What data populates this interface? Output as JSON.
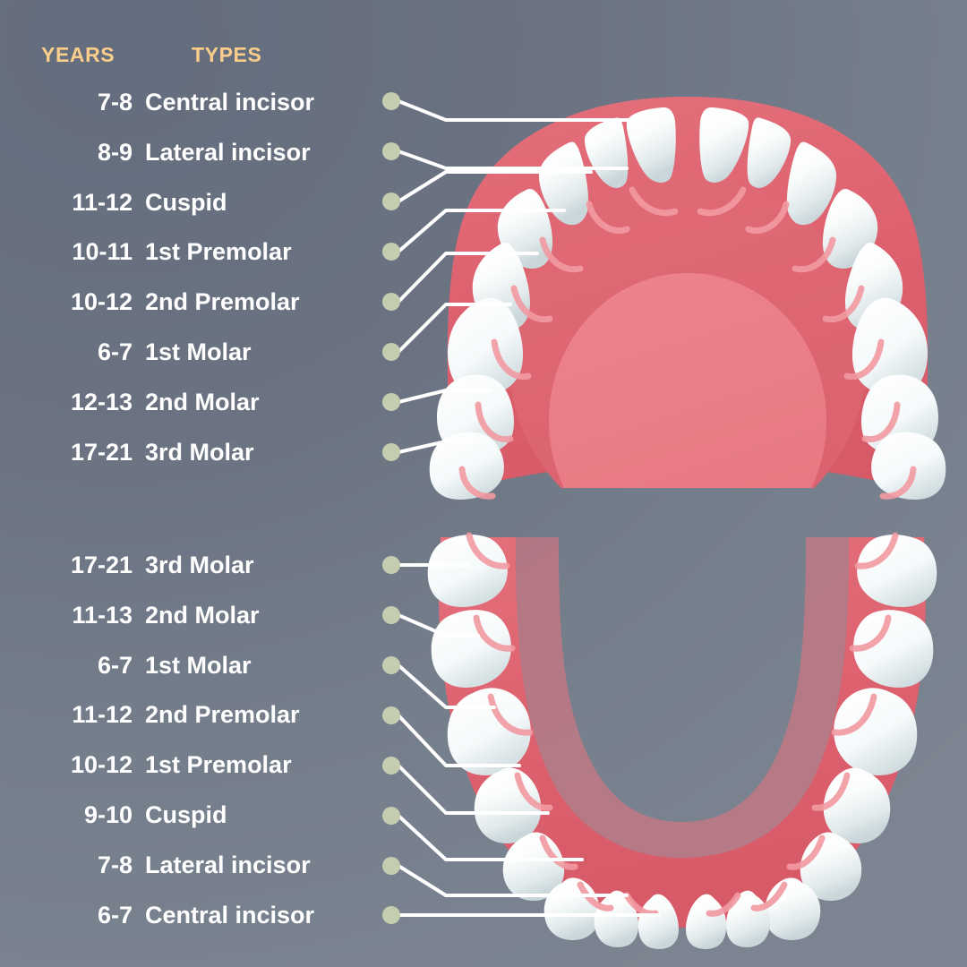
{
  "theme": {
    "background_top_left": "#646d7d",
    "background_bottom_right": "#7c8491",
    "header_color": "#fbcd8a",
    "text_color": "#ffffff",
    "dot_color": "#c5cdb0",
    "leader_line_color": "#ffffff",
    "gum_color": "#de6370",
    "gum_inner_color": "#ea7d87",
    "gum_highlight_color": "#f29aa2",
    "tooth_color": "#ffffff",
    "tooth_shade_color": "#cdd9dc"
  },
  "headers": {
    "years": "YEARS",
    "types": "TYPES"
  },
  "upper_arch": {
    "name": "upper-arch",
    "rows": [
      {
        "years": "7-8",
        "type": "Central incisor"
      },
      {
        "years": "8-9",
        "type": "Lateral incisor"
      },
      {
        "years": "11-12",
        "type": "Cuspid"
      },
      {
        "years": "10-11",
        "type": "1st Premolar"
      },
      {
        "years": "10-12",
        "type": "2nd Premolar"
      },
      {
        "years": "6-7",
        "type": "1st Molar"
      },
      {
        "years": "12-13",
        "type": "2nd Molar"
      },
      {
        "years": "17-21",
        "type": "3rd Molar"
      }
    ]
  },
  "lower_arch": {
    "name": "lower-arch",
    "rows": [
      {
        "years": "17-21",
        "type": "3rd Molar"
      },
      {
        "years": "11-13",
        "type": "2nd Molar"
      },
      {
        "years": "6-7",
        "type": "1st Molar"
      },
      {
        "years": "11-12",
        "type": "2nd Premolar"
      },
      {
        "years": "10-12",
        "type": "1st Premolar"
      },
      {
        "years": "9-10",
        "type": "Cuspid"
      },
      {
        "years": "7-8",
        "type": "Lateral incisor"
      },
      {
        "years": "6-7",
        "type": "Central incisor"
      }
    ]
  },
  "icons": {
    "dot": "bullet-dot-icon",
    "leader": "leader-line-icon"
  }
}
